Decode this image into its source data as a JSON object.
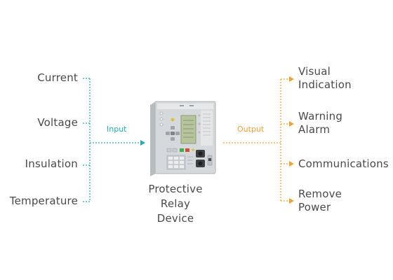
{
  "inputs": [
    {
      "label": "Current"
    },
    {
      "label": "Voltage"
    },
    {
      "label": "Insulation"
    },
    {
      "label": "Temperature"
    }
  ],
  "input_link_label": "Input",
  "device": {
    "line1": "Protective Relay",
    "line2": "Device"
  },
  "output_link_label": "Output",
  "outputs": [
    {
      "line1": "Visual",
      "line2": "Indication"
    },
    {
      "line1": "Warning",
      "line2": "Alarm"
    },
    {
      "line1": "Communications",
      "line2": ""
    },
    {
      "line1": "Remove",
      "line2": "Power"
    }
  ],
  "colors": {
    "input": "#26aab3",
    "output": "#f0a23a",
    "text": "#4a4a4a"
  }
}
